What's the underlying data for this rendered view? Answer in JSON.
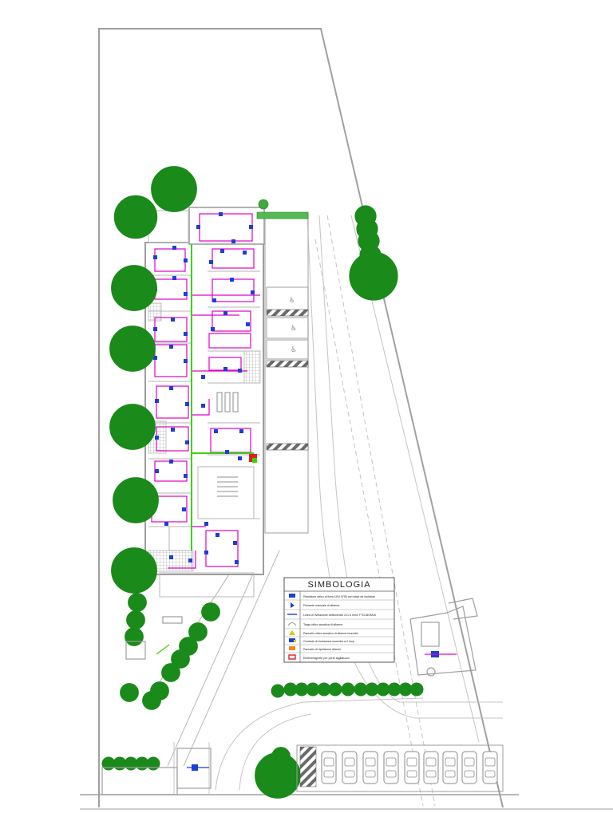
{
  "legend": {
    "title": "SIMBOLOGIA",
    "items": [
      {
        "icon": "sprinkler-detector-icon",
        "color": "#1a3fd6",
        "label": "Rivelatore ottico di fumo UNI 9795 con base ed isolatore"
      },
      {
        "icon": "manual-call-point-icon",
        "color": "#1a3fd6",
        "label": "Pulsante manuale di allarme"
      },
      {
        "icon": "loop-line-icon",
        "color": "#1a3fd6",
        "label": "Linea di rivelazione antincendio 2x1,5 mm2 FTG18OM16"
      },
      {
        "icon": "siren-icon",
        "color": "#777777",
        "label": "Targa ottico acustica di allarme"
      },
      {
        "icon": "warning-light-icon",
        "color": "#e0c800",
        "label": "Pannello ottico acustico di allarme incendio"
      },
      {
        "icon": "control-panel-icon",
        "color": "#1a3fd6",
        "label": "Centrale di rivelazione incendio a 2 loop"
      },
      {
        "icon": "repeater-panel-icon",
        "color": "#f08a1a",
        "label": "Pannello di ripetizione allarmi"
      },
      {
        "icon": "fire-door-icon",
        "color": "#e02020",
        "label": "Elettromagnete per porte tagliafuoco"
      }
    ]
  },
  "colors": {
    "walls": "#a8a8a8",
    "detection_line": "#e000c8",
    "main_line": "#39d400",
    "devices": "#1a3fd6",
    "trees": "#1a8a1a",
    "hatch": "#b0b0b0"
  }
}
